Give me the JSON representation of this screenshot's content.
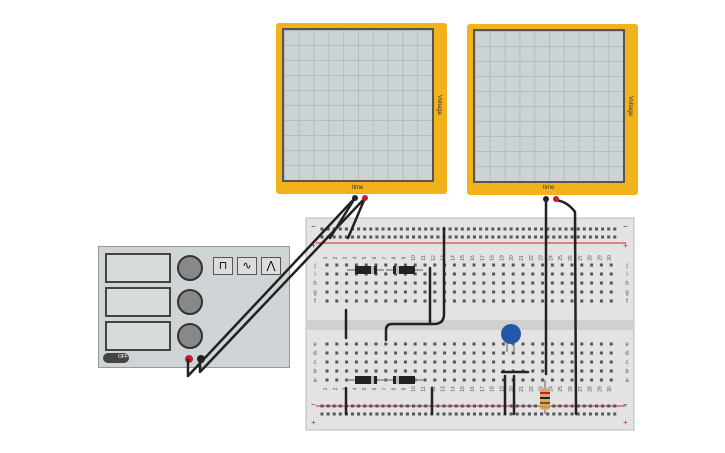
{
  "oscilloscope_left": {
    "time_label": "time",
    "voltage_label": "Voltage"
  },
  "oscilloscope_right": {
    "time_label": "time",
    "voltage_label": "Voltage"
  },
  "function_generator": {
    "power_label": "OFF"
  },
  "breadboard": {
    "rail_minus": "−",
    "rail_plus": "+",
    "row_letters_top": [
      "j",
      "i",
      "h",
      "g",
      "f"
    ],
    "row_letters_bottom": [
      "e",
      "d",
      "c",
      "b",
      "a"
    ],
    "columns": [
      "1",
      "2",
      "3",
      "4",
      "5",
      "6",
      "7",
      "8",
      "9",
      "10",
      "11",
      "12",
      "13",
      "14",
      "15",
      "16",
      "17",
      "18",
      "19",
      "20",
      "21",
      "22",
      "23",
      "24",
      "25",
      "26",
      "27",
      "28",
      "29",
      "30"
    ]
  },
  "colors": {
    "scope_frame": "#f2b21c",
    "scope_screen": "#ccd3d4",
    "breadboard": "#e3e3e3",
    "rail_red": "#d0202a",
    "wire": "#222222",
    "capacitor": "#2358a8"
  }
}
